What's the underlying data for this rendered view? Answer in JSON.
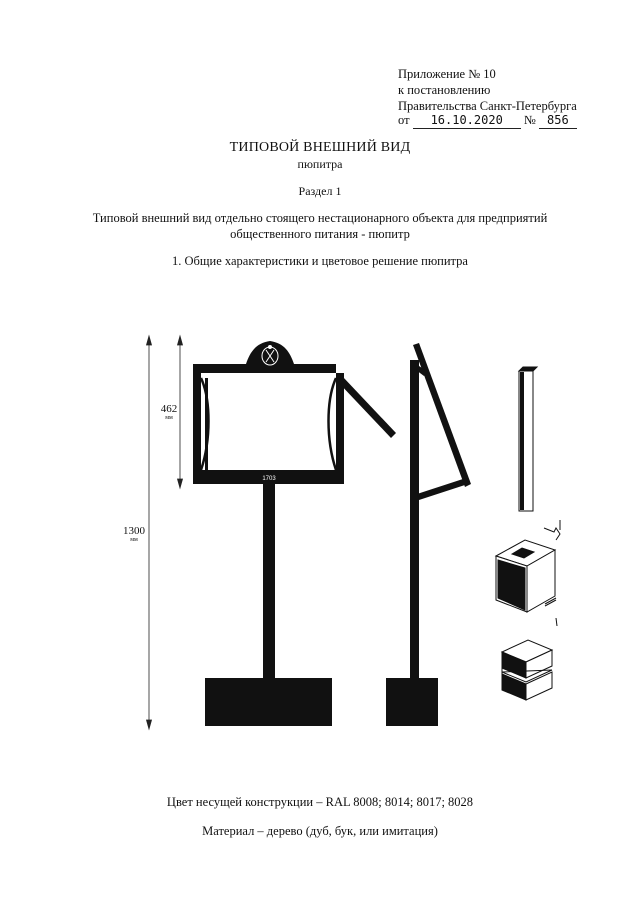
{
  "header": {
    "line1": "Приложение № 10",
    "line2": "к постановлению",
    "line3": "Правительства Санкт-Петербурга",
    "date_prefix": "от",
    "date_value": "16.10.2020",
    "number_prefix": "№",
    "number_value": "856"
  },
  "title": "ТИПОВОЙ ВНЕШНИЙ ВИД",
  "subtitle": "пюпитра",
  "section": "Раздел 1",
  "description_line1": "Типовой внешний вид отдельно стоящего нестационарного объекта для предприятий",
  "description_line2": "общественного питания - пюпитр",
  "subheading": "1. Общие характеристики и цветовое решение пюпитра",
  "drawing": {
    "dimension_height_total": "1300",
    "dimension_height_board": "462",
    "dimension_unit": "мм",
    "plate_text": "1703"
  },
  "footer": {
    "color_line": "Цвет несущей конструкции – RAL 8008; 8014; 8017; 8028",
    "material_line": "Материал – дерево (дуб, бук, или имитация)"
  },
  "colors": {
    "construction": "#111111",
    "paper": "#ffffff"
  }
}
